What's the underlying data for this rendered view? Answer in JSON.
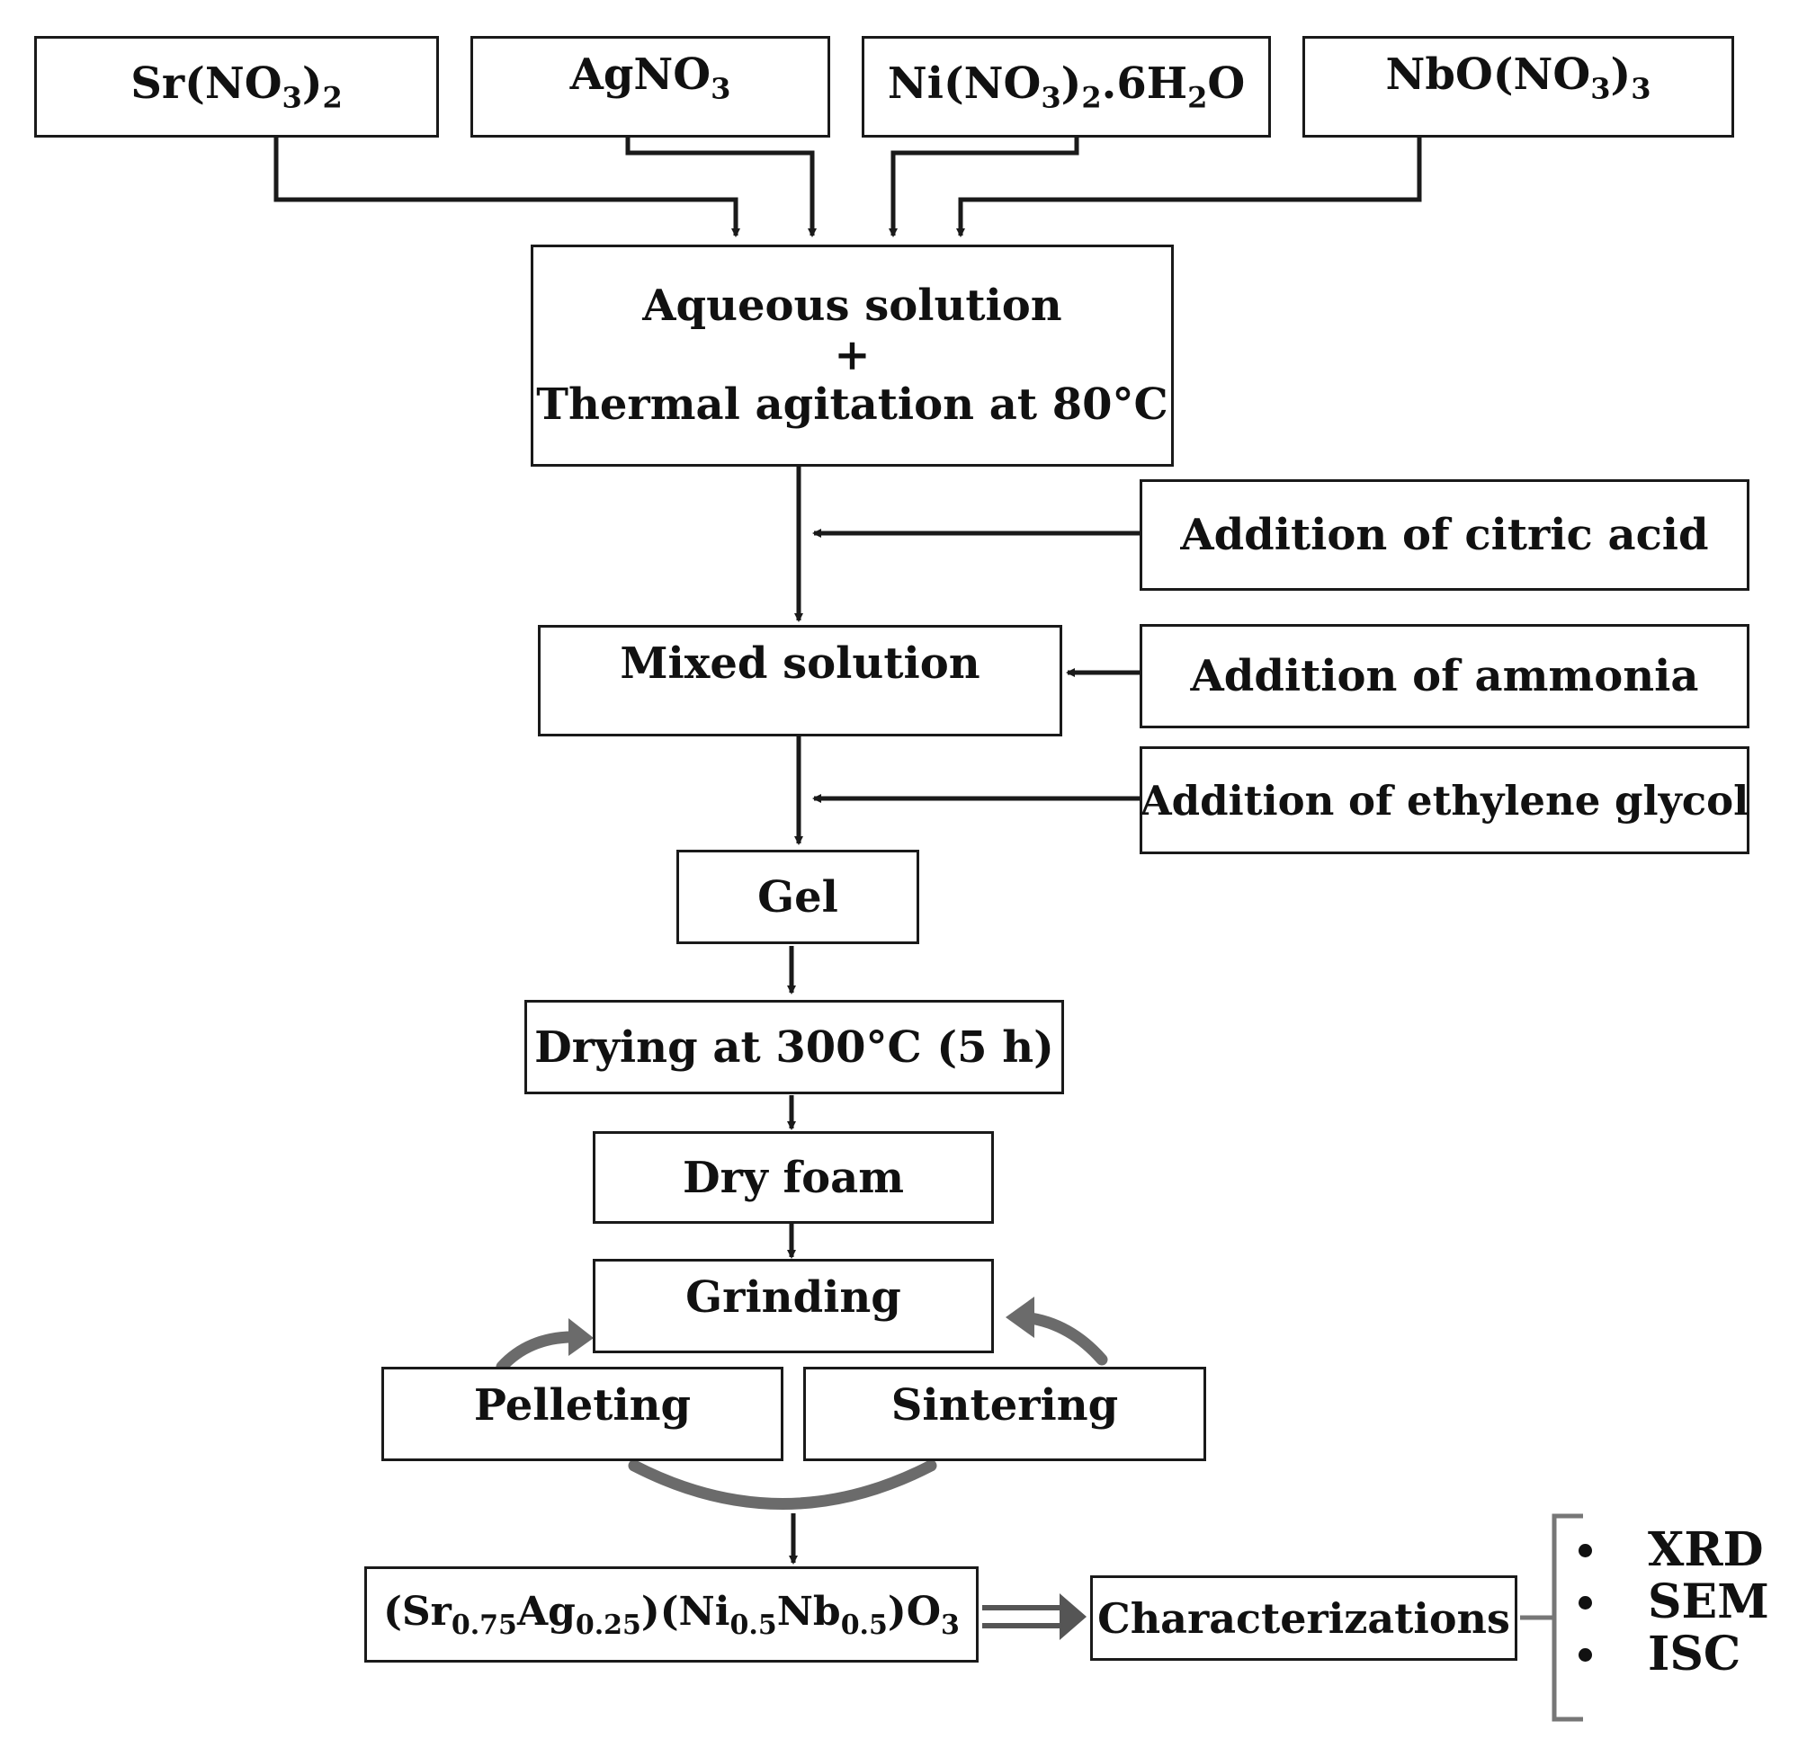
{
  "reagents": {
    "sr": {
      "main": "Sr(NO",
      "sub1": "3",
      "close": ")",
      "sub2": "2"
    },
    "ag": {
      "main": "AgNO",
      "sub1": "3"
    },
    "ni": {
      "p1": "Ni(NO",
      "sub1": "3",
      "p2": ")",
      "sub2": "2",
      "p3": ".6H",
      "sub3": "2",
      "p4": "O"
    },
    "nb": {
      "p1": "NbO(NO",
      "sub1": "3",
      "p2": ")",
      "sub2": "3"
    }
  },
  "aqueous": {
    "line1": "Aqueous solution",
    "line2": "+",
    "line3": "Thermal  agitation at 80°C"
  },
  "additions": {
    "citric": "Addition of citric acid",
    "ammonia": "Addition of ammonia",
    "glycol": "Addition of ethylene glycol"
  },
  "steps": {
    "mixed": "Mixed solution",
    "gel": "Gel",
    "drying": "Drying at 300°C (5 h)",
    "dryfoam": "Dry foam",
    "grinding": "Grinding",
    "pelleting": "Pelleting",
    "sintering": "Sintering"
  },
  "product": {
    "p1": "(Sr",
    "s1": "0.75",
    "p2": "Ag",
    "s2": "0.25",
    "p3": ")(Ni",
    "s3": "0.5",
    "p4": "Nb",
    "s4": "0.5",
    "p5": ")O",
    "s5": "3"
  },
  "characterizations": {
    "label": "Characterizations",
    "methods": [
      "XRD",
      "SEM",
      "ISC"
    ]
  },
  "colors": {
    "line": "#1a1a1a",
    "cycle_arrow": "#6b6b6b"
  }
}
